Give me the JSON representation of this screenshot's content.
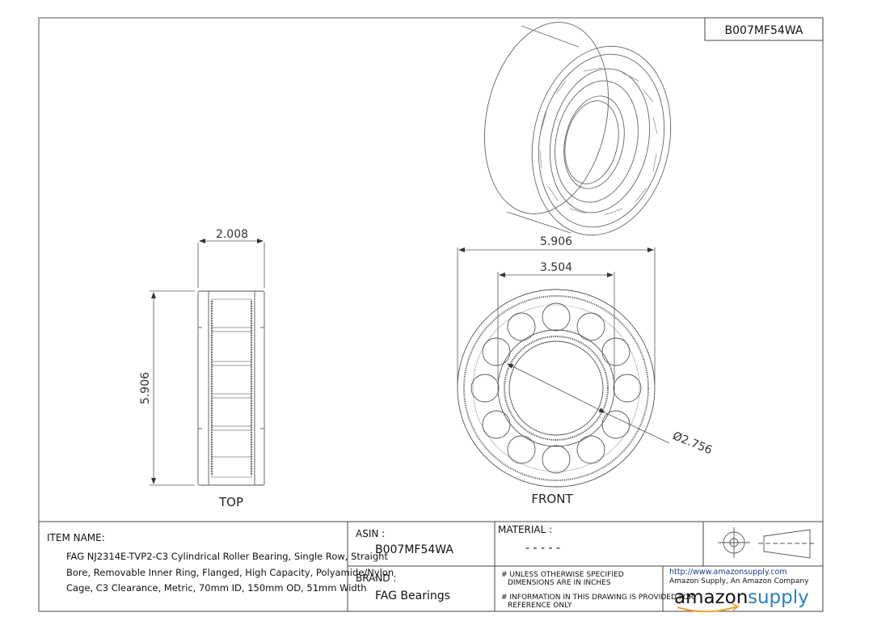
{
  "part_number_box": "B007MF54WA",
  "dimensions": {
    "top_width": "2.008",
    "top_height": "5.906",
    "front_outer": "5.906",
    "front_pitch": "3.504",
    "front_bore": "Ø2.756"
  },
  "view_labels": {
    "top": "TOP",
    "front": "FRONT"
  },
  "title_block": {
    "item_name_label": "ITEM NAME:",
    "item_name_lines": [
      "FAG NJ2314E-TVP2-C3 Cylindrical Roller Bearing, Single Row, Straight",
      "Bore, Removable Inner Ring, Flanged, High Capacity, Polyamide/Nylon",
      "Cage, C3 Clearance, Metric, 70mm ID, 150mm OD, 51mm Width"
    ],
    "asin_label": "ASIN :",
    "asin_value": "B007MF54WA",
    "brand_label": "BRAND :",
    "brand_value": "FAG Bearings",
    "material_label": "MATERIAL :",
    "material_value": "- - - - -",
    "note1_lines": [
      "# UNLESS OTHERWISE SPECIFIED",
      "DIMENSIONS ARE IN INCHES"
    ],
    "note2_lines": [
      "# INFORMATION IN THIS DRAWING IS PROVIDED FOR",
      "REFERENCE ONLY"
    ],
    "url": "http://www.amazonsupply.com",
    "company": "Amazon Supply, An Amazon Company",
    "logo_amazon": "amazon",
    "logo_supply": "supply"
  },
  "colors": {
    "line": "#444444",
    "logo_blue": "#2a7fc9",
    "arrow_orange": "#f0a030"
  }
}
